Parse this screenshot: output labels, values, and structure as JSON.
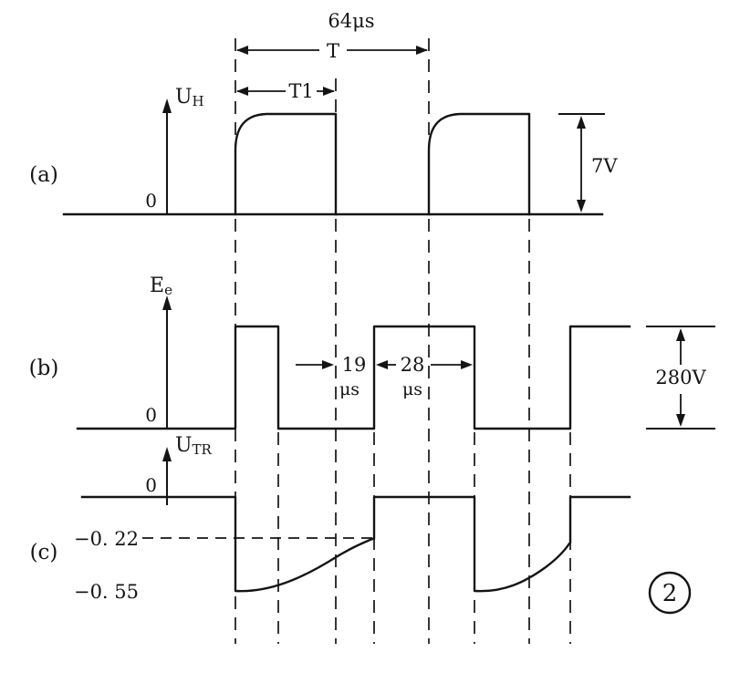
{
  "figure": {
    "badge_number": "2"
  },
  "panels": {
    "a": "(a)",
    "b": "(b)",
    "c": "(c)"
  },
  "signals": {
    "a": {
      "symbol": "U",
      "subscript": "H",
      "zero_label": "0",
      "amplitude": "7V"
    },
    "b": {
      "symbol": "E",
      "subscript": "e",
      "zero_label": "0",
      "amplitude": "280V"
    },
    "c": {
      "symbol": "U",
      "subscript": "TR",
      "zero_label": "0",
      "level_mid": "−0. 22",
      "level_low": "−0. 55"
    }
  },
  "timing": {
    "period_value": "64μs",
    "period_symbol": "T",
    "pulse_width_symbol": "T1",
    "interval_1": {
      "value": "19",
      "unit": "μs"
    },
    "interval_2": {
      "value": "28",
      "unit": "μs"
    }
  }
}
